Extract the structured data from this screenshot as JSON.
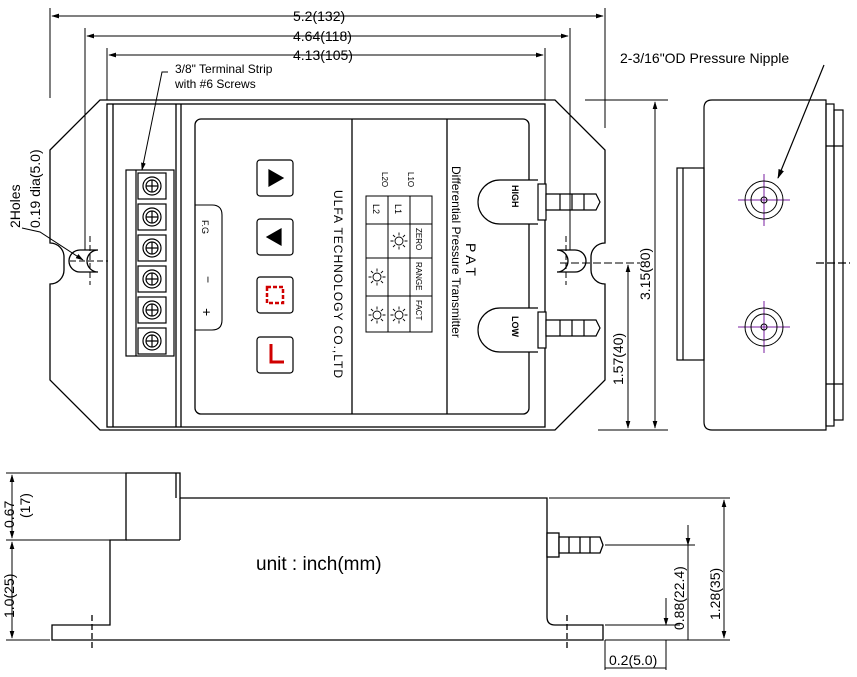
{
  "dimensions": {
    "overall_length": "5.2(132)",
    "mount_spacing": "4.64(118)",
    "body_length": "4.13(105)",
    "height": "3.15(80)",
    "half_height": "1.57(40)",
    "side_height": "1.28(35)",
    "nipple_height": "0.88(22.4)",
    "base_offset": "0.2(5.0)",
    "terminal_height": "0.67",
    "terminal_height_mm": "(17)",
    "body_depth": "1.0(25)"
  },
  "callouts": {
    "terminal_strip_line1": "3/8\" Terminal Strip",
    "terminal_strip_line2": "with #6 Screws",
    "holes_line1": "2Holes",
    "holes_line2": "0.19 dia(5.0)",
    "pressure_nipple": "2-3/16\"OD Pressure Nipple"
  },
  "device": {
    "model": "P A T",
    "product_name": "Differential Pressure Transmitter",
    "manufacturer": "ULFA TECHNOLOGY CO.,LTD",
    "port_high": "HIGH",
    "port_low": "LOW",
    "fg_label": "F.G",
    "minus_label": "−",
    "plus_label": "+",
    "led_l1": "L1O",
    "led_l2": "L2O",
    "table_headers": [
      "ZERO",
      "RANGE",
      "FACT"
    ],
    "table_rows": [
      "L1",
      "L2"
    ]
  },
  "unit_label": "unit : inch(mm)"
}
